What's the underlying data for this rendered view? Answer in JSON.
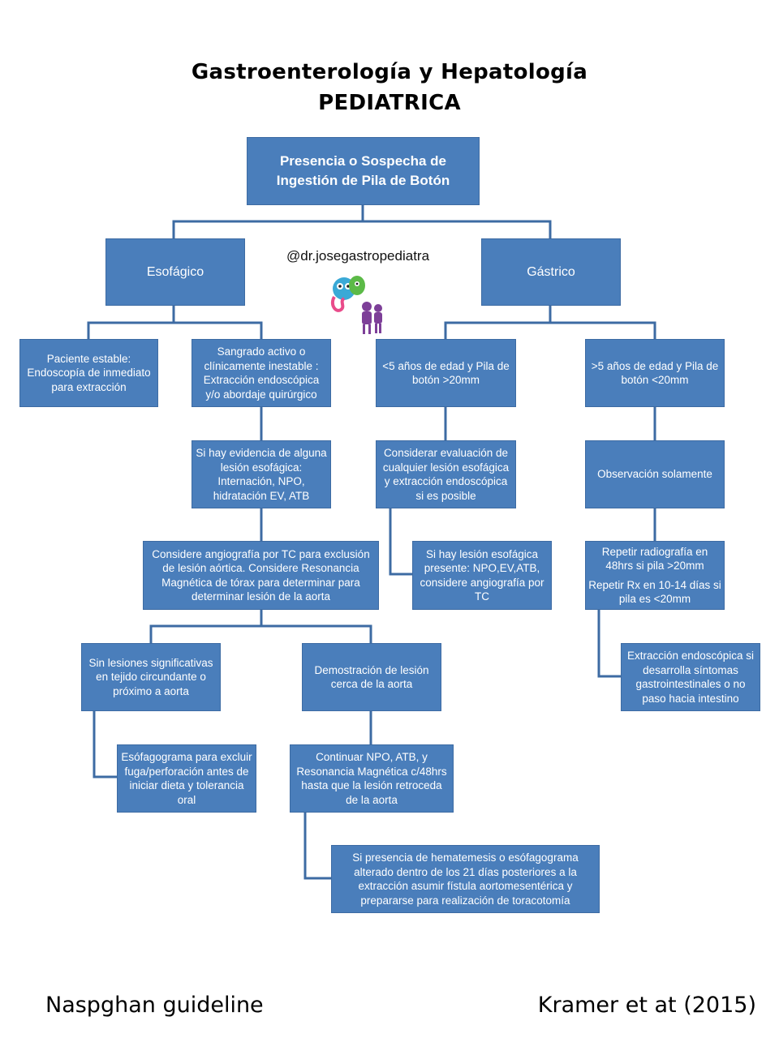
{
  "header": {
    "title_line1": "Gastroenterología y Hepatología",
    "title_line2": "PEDIATRICA"
  },
  "handle": "@dr.josegastropediatra",
  "logo": {
    "icon": "cartoon-characters-logo",
    "colors": [
      "#3aa9d6",
      "#e94b8a",
      "#7d3f98",
      "#5cba47"
    ]
  },
  "nodes": {
    "root": "Presencia o Sospecha de\nIngestión de Pila de Botón",
    "esofagico": "Esofágico",
    "gastrico": "Gástrico",
    "estable": "Paciente estable:\nEndoscopía de inmediato\npara extracción",
    "sangrado": "Sangrado activo o\nclínicamente inestable :\nExtracción endoscópica\ny/o abordaje quirúrgico",
    "lesion_esofagica": "Si hay evidencia de alguna\nlesión esofágica:\nInternación, NPO,\nhidratación EV, ATB",
    "angiografia": "Considere angiografía por TC  para exclusión\nde lesión aórtica. Considere Resonancia\nMagnética de tórax para determinar para\ndeterminar lesión de la aorta",
    "sin_lesiones": "Sin lesiones significativas\nen tejido circundante o\npróximo a aorta",
    "demostracion": "Demostración de lesión\ncerca de la aorta",
    "esofagograma": "Esófagograma para excluir\nfuga/perforación  antes de\niniciar dieta y tolerancia\noral",
    "continuar": "Continuar NPO, ATB, y\nResonancia Magnética c/48hrs\nhasta que la lesión  retroceda\nde la aorta",
    "hematemesis": "Si presencia de hematemesis o  esófagograma\nalterado dentro de los 21 días posteriores a la\nextracción asumir fístula aortomesentérica y\nprepararse para realización de toracotomía",
    "menor5": "<5 años de edad y Pila de\nbotón >20mm",
    "mayor5": ">5 años de edad y Pila de\nbotón <20mm",
    "considerar": "Considerar evaluación de\ncualquier lesión esofágica\ny extracción endoscópica\nsi es posible",
    "observacion": "Observación solamente",
    "si_hay_lesion": "Si hay lesión esofágica\npresente: NPO,EV,ATB,\nconsidere angiografía por\nTC",
    "repetir_a": "Repetir radiografía en\n48hrs si pila >20mm",
    "repetir_b": "Repetir Rx en 10-14 días si\npila es <20mm",
    "extraccion": "Extracción endoscópica si\ndesarrolla síntomas\ngastrointestinales o no\npaso hacia intestino"
  },
  "footer": {
    "left": "Naspghan guideline",
    "right": "Kramer et at (2015)"
  },
  "colors": {
    "box": "#4a7ebb",
    "connector": "#3d6ba3",
    "text_on_box": "#ffffff"
  }
}
